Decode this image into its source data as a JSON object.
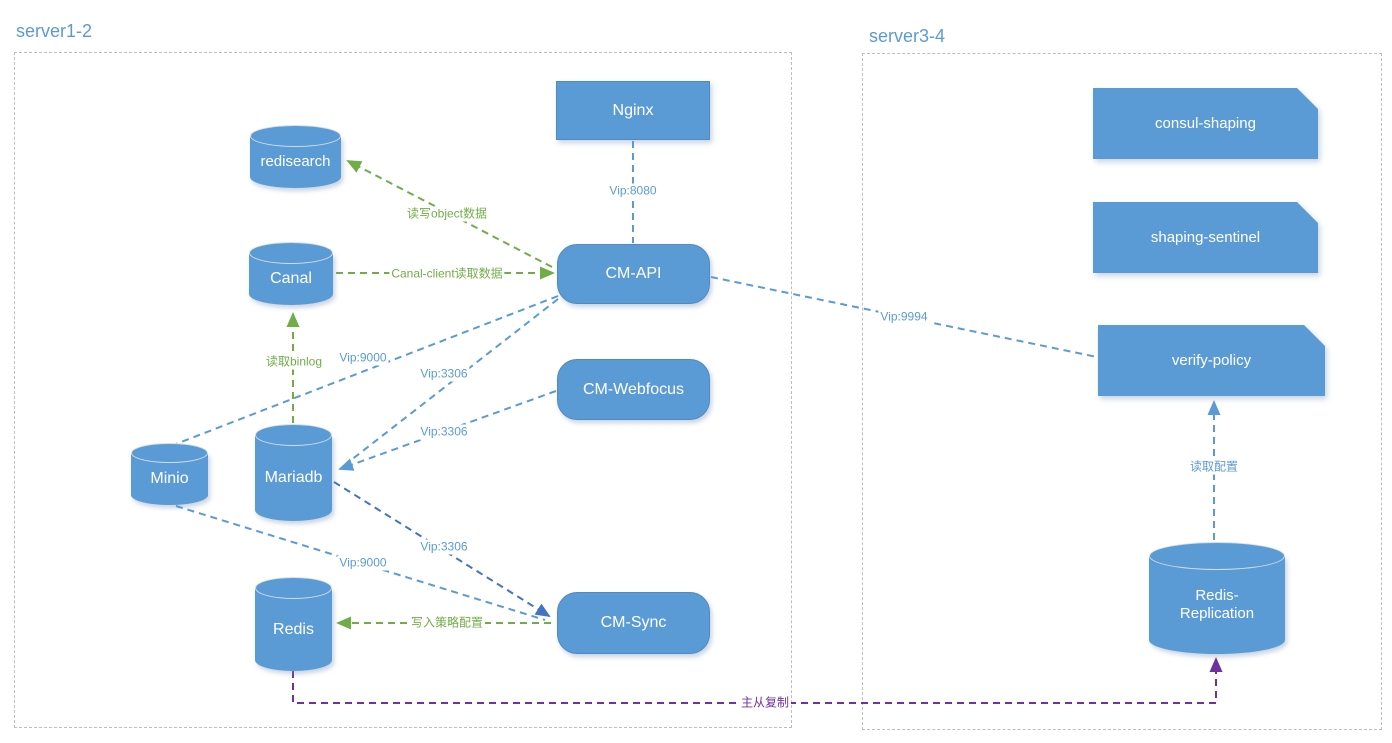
{
  "diagram": {
    "groups": {
      "server12": {
        "label": "server1-2"
      },
      "server34": {
        "label": "server3-4"
      }
    },
    "nodes": {
      "nginx": {
        "label": "Nginx",
        "shape": "rectangle"
      },
      "redisearch": {
        "label": "redisearch",
        "shape": "cylinder"
      },
      "canal": {
        "label": "Canal",
        "shape": "cylinder"
      },
      "cm_api": {
        "label": "CM-API",
        "shape": "rounded-rectangle"
      },
      "cm_webfocus": {
        "label": "CM-Webfocus",
        "shape": "rounded-rectangle"
      },
      "minio": {
        "label": "Minio",
        "shape": "cylinder"
      },
      "mariadb": {
        "label": "Mariadb",
        "shape": "cylinder"
      },
      "redis": {
        "label": "Redis",
        "shape": "cylinder"
      },
      "cm_sync": {
        "label": "CM-Sync",
        "shape": "rounded-rectangle"
      },
      "consul_shaping": {
        "label": "consul-shaping",
        "shape": "card"
      },
      "shaping_sentinel": {
        "label": "shaping-sentinel",
        "shape": "card"
      },
      "verify_policy": {
        "label": "verify-policy",
        "shape": "card"
      },
      "redis_replication": {
        "label": "Redis-Replication",
        "shape": "cylinder"
      }
    },
    "edges": {
      "nginx_cmapi": {
        "from": "Nginx",
        "to": "CM-API",
        "label": "Vip:8080"
      },
      "cmapi_redisearch": {
        "from": "CM-API",
        "to": "redisearch",
        "label": "读写object数据"
      },
      "canal_cmapi": {
        "from": "Canal",
        "to": "CM-API",
        "label": "Canal-client读取数据"
      },
      "mariadb_canal": {
        "from": "Mariadb",
        "to": "Canal",
        "label": "读取binlog"
      },
      "cmapi_minio": {
        "from": "CM-API",
        "to": "Minio",
        "label": "Vip:9000"
      },
      "cmapi_mariadb": {
        "from": "CM-API",
        "to": "Mariadb",
        "label": "Vip:3306"
      },
      "cmwebfocus_mariadb": {
        "from": "CM-Webfocus",
        "to": "Mariadb",
        "label": "Vip:3306"
      },
      "mariadb_cmsync": {
        "from": "Mariadb",
        "to": "CM-Sync",
        "label": "Vip:3306"
      },
      "minio_cmsync": {
        "from": "Minio",
        "to": "CM-Sync",
        "label": "Vip:9000"
      },
      "cmsync_redis": {
        "from": "CM-Sync",
        "to": "Redis",
        "label": "写入策略配置"
      },
      "cmapi_verifypolicy": {
        "from": "CM-API",
        "to": "verify-policy",
        "label": "Vip:9994"
      },
      "redisrepl_verify": {
        "from": "Redis-Replication",
        "to": "verify-policy",
        "label": "读取配置"
      },
      "redis_redisrepl": {
        "from": "Redis",
        "to": "Redis-Replication",
        "label": "主从复制"
      }
    },
    "colors": {
      "node_fill": "#5b9bd5",
      "node_text": "#ffffff",
      "edge_blue": "#5b9bd5",
      "edge_blue_dark": "#4472c4",
      "edge_green": "#70ad47",
      "edge_purple": "#7030a0",
      "group_border": "#b9bfc6",
      "group_label": "#5b9bd5"
    }
  }
}
